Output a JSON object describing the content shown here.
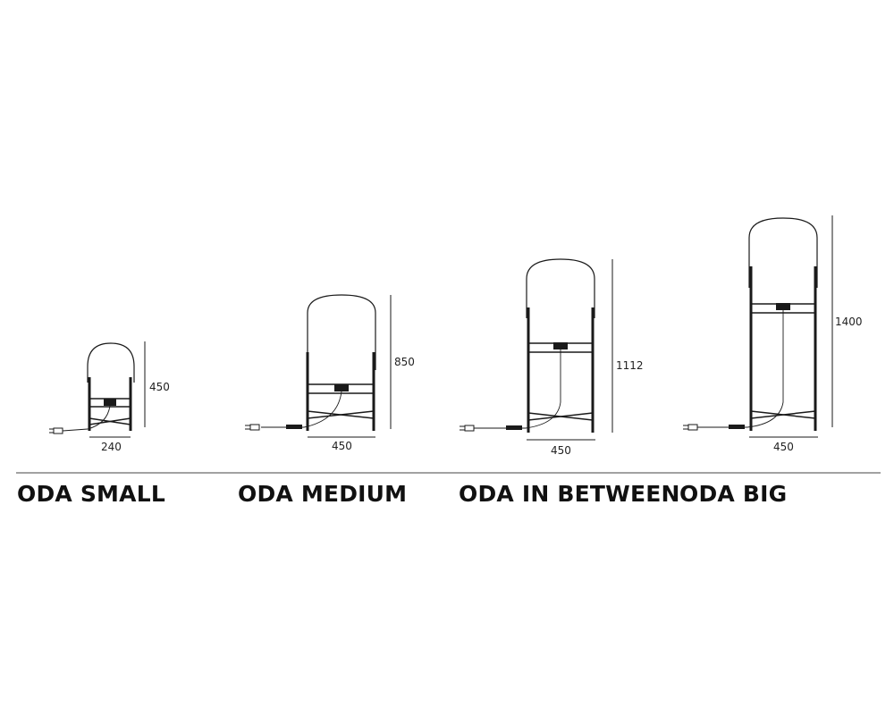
{
  "products": [
    {
      "name": "ODA SMALL",
      "height_label": "450",
      "width_label": "240"
    },
    {
      "name": "ODA MEDIUM",
      "height_label": "850",
      "width_label": "450"
    },
    {
      "name": "ODA IN BETWEEN",
      "height_label": "1112",
      "width_label": "450"
    },
    {
      "name": "ODA BIG",
      "height_label": "1400",
      "width_label": "450"
    }
  ]
}
